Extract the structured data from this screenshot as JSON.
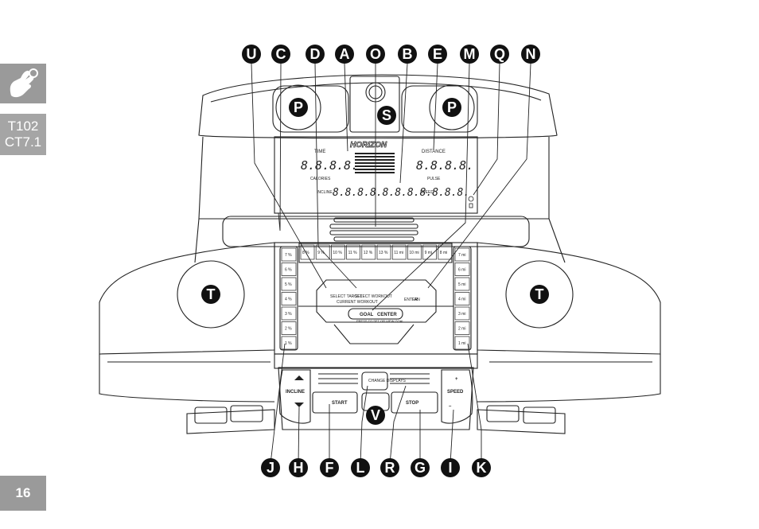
{
  "sidebar": {
    "model_line1": "T102",
    "model_line2": "CT7.1",
    "page_number": "16",
    "icon": "hand-pointer-icon"
  },
  "callouts_top": [
    "U",
    "C",
    "D",
    "A",
    "O",
    "B",
    "E",
    "M",
    "Q",
    "N"
  ],
  "callouts_bottom": [
    "J",
    "H",
    "F",
    "L",
    "R",
    "G",
    "I",
    "K"
  ],
  "callouts_inline": {
    "P": "P",
    "S": "S",
    "T": "T",
    "V": "V"
  },
  "display": {
    "brand": "HORIZON",
    "time_label": "TIME",
    "distance_label": "DISTANCE",
    "calories_label": "CALORIES",
    "pulse_label": "PULSE",
    "incline_label": "INCLINE",
    "speed_label": "SPEED",
    "time_digits": "8.8.8.8.",
    "distance_digits": "8.8.8.8.",
    "center_digits": "8.8.8.8.8.8.8.8.8.8.8."
  },
  "panel": {
    "incline_quick_keys": [
      "7 %",
      "6 %",
      "5 %",
      "4 %",
      "3 %",
      "2 %",
      "1 %"
    ],
    "top_quick_keys": [
      "8 %",
      "9 %",
      "10 %",
      "11 %",
      "12 %",
      "13 %",
      "11 mi",
      "10 mi",
      "9 mi",
      "8 mi"
    ],
    "speed_quick_keys": [
      "7 mi",
      "6 mi",
      "5 mi",
      "4 mi",
      "3 mi",
      "2 mi",
      "1 mi"
    ],
    "select_target": "SELECT TARGET",
    "select_workout": "SELECT WORKOUT",
    "enter": "ENTER",
    "fan": "FAN",
    "goal_center": "GOAL",
    "goal_center_2": "CENTER",
    "goal_hint": "PRESS TO SET OR VIEW GOAL",
    "current_workout": "CURRENT WORKOUT"
  },
  "controls": {
    "incline": "INCLINE",
    "speed": "SPEED",
    "start": "START",
    "stop": "STOP",
    "change_displays": "CHANGE DISPLAYS",
    "plus": "+",
    "minus": "–"
  }
}
